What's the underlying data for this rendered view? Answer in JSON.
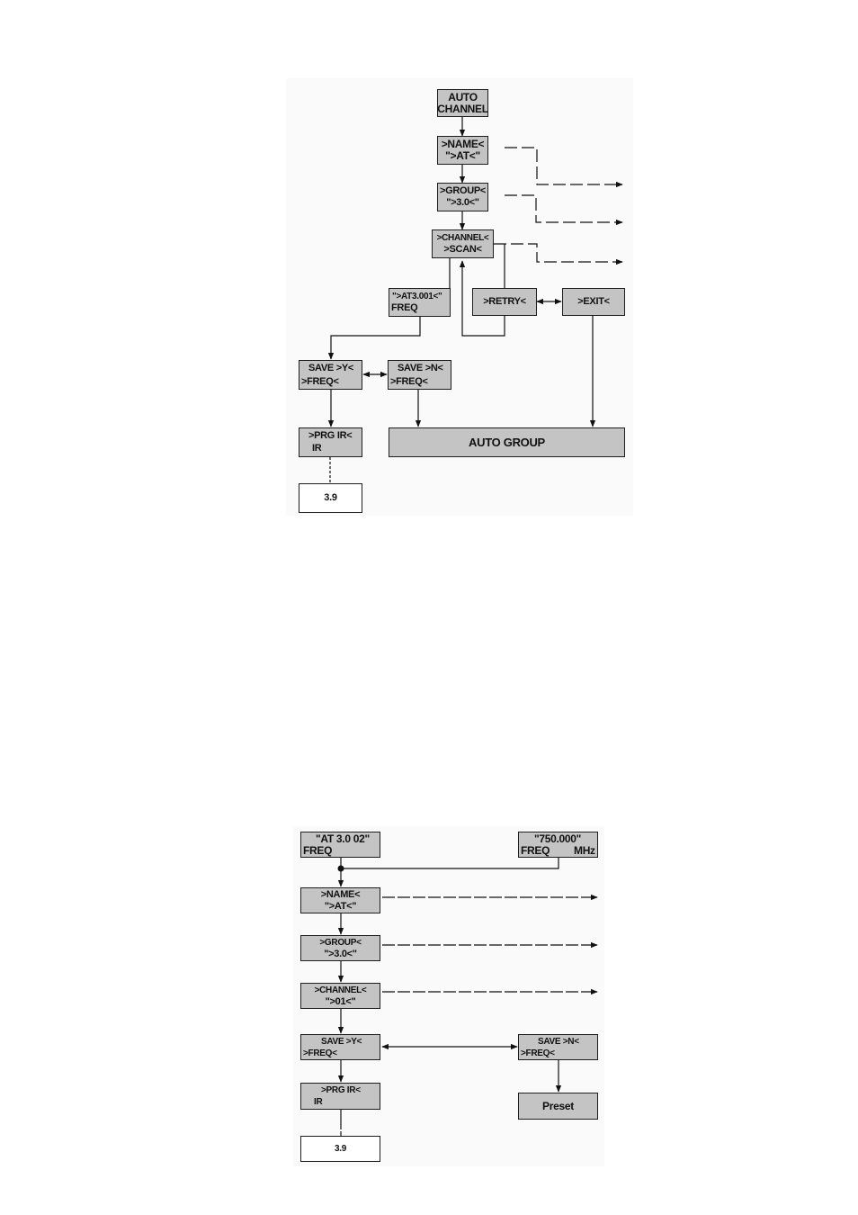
{
  "diagram1": {
    "auto_channel": {
      "line1": "AUTO",
      "line2": "CHANNEL"
    },
    "name": {
      "line1": ">NAME<",
      "line2": "\">AT<\""
    },
    "group": {
      "line1": ">GROUP<",
      "line2": "\">3.0<\""
    },
    "channel_scan": {
      "line1": ">CHANNEL<",
      "line2": ">SCAN<"
    },
    "freq_result": {
      "line1": "\">AT3.001<\"",
      "line2": "FREQ"
    },
    "retry": ">RETRY<",
    "exit": ">EXIT<",
    "save_y": {
      "line1": "SAVE >Y<",
      "line2": ">FREQ<"
    },
    "save_n": {
      "line1": "SAVE >N<",
      "line2": ">FREQ<"
    },
    "prg_ir": {
      "line1": ">PRG IR<",
      "line2": "IR"
    },
    "auto_group": "AUTO GROUP",
    "ref": "3.9"
  },
  "diagram2": {
    "freq_name": {
      "line1": "\"AT 3.0 02\"",
      "line2": "FREQ"
    },
    "freq_mhz": {
      "line1": "\"750.000\"",
      "line2a": "FREQ",
      "line2b": "MHz"
    },
    "name": {
      "line1": ">NAME<",
      "line2": "\">AT<\""
    },
    "group": {
      "line1": ">GROUP<",
      "line2": "\">3.0<\""
    },
    "channel": {
      "line1": ">CHANNEL<",
      "line2": "\">01<\""
    },
    "save_y": {
      "line1": "SAVE >Y<",
      "line2": ">FREQ<"
    },
    "save_n": {
      "line1": "SAVE >N<",
      "line2": ">FREQ<"
    },
    "prg_ir": {
      "line1": ">PRG IR<",
      "line2": "IR"
    },
    "preset": "Preset",
    "ref": "3.9"
  }
}
